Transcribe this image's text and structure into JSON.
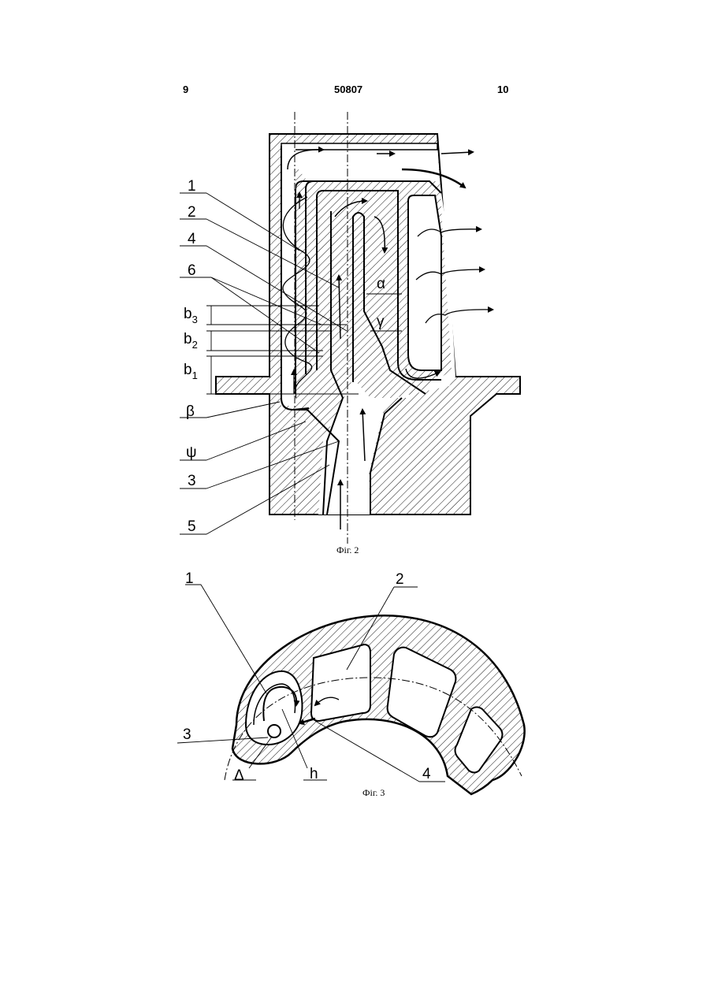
{
  "header": {
    "page_left": "9",
    "patent_number": "50807",
    "page_right": "10"
  },
  "fig2": {
    "caption": "Фіг. 2",
    "labels": [
      "1",
      "2",
      "4",
      "6",
      "b",
      "3",
      "b",
      "2",
      "b",
      "1",
      "β",
      "ψ",
      "3",
      "5"
    ],
    "label_items": [
      {
        "id": "1",
        "text": "1"
      },
      {
        "id": "2",
        "text": "2"
      },
      {
        "id": "4",
        "text": "4"
      },
      {
        "id": "6",
        "text": "6"
      },
      {
        "id": "b3",
        "base": "b",
        "sub": "3"
      },
      {
        "id": "b2",
        "base": "b",
        "sub": "2"
      },
      {
        "id": "b1",
        "base": "b",
        "sub": "1"
      },
      {
        "id": "beta",
        "text": "β"
      },
      {
        "id": "psi",
        "text": "ψ"
      },
      {
        "id": "3",
        "text": "3"
      },
      {
        "id": "5",
        "text": "5"
      }
    ],
    "angle_alpha": "α",
    "angle_gamma": "γ"
  },
  "fig3": {
    "caption": "Фіг. 3",
    "label_1": "1",
    "label_2": "2",
    "label_3": "3",
    "label_4": "4",
    "label_delta": "Δ",
    "label_h": "h"
  }
}
